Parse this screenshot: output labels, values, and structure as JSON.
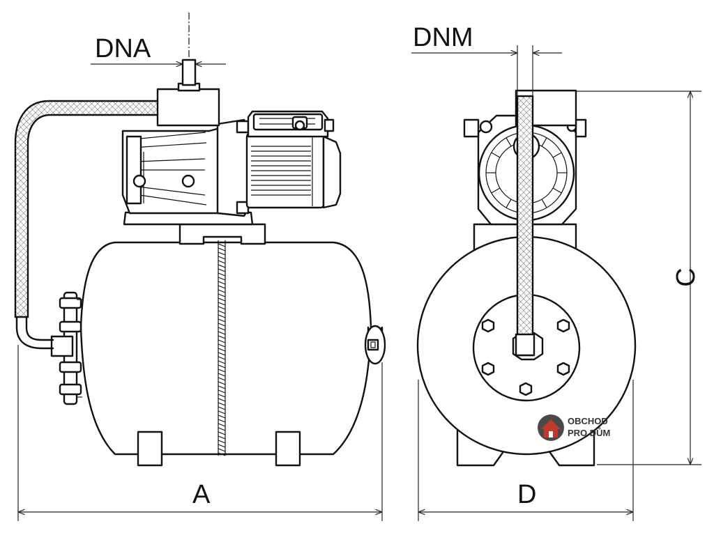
{
  "dimensions": {
    "dna": "DNA",
    "dnm": "DNM",
    "a": "A",
    "c": "C",
    "d": "D"
  },
  "watermark": {
    "line1": "OBCHOD",
    "line2": "PRO DŮM",
    "icon": "house-logo-icon",
    "accent_color": "#c0392b"
  },
  "colors": {
    "line": "#111111",
    "background": "#ffffff"
  }
}
